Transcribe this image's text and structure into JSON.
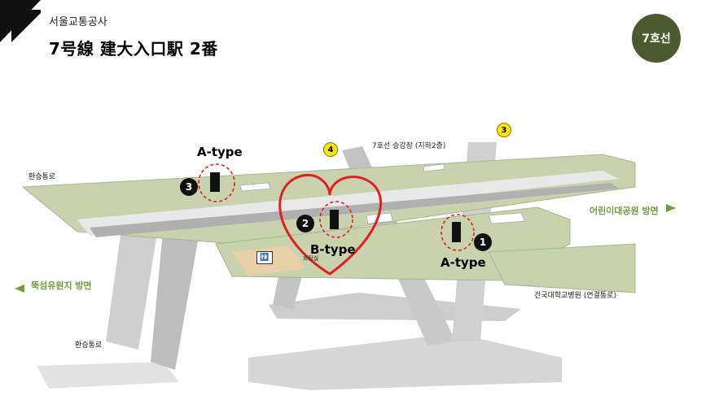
{
  "header": {
    "org": "서울교통공사",
    "title": "7号線 建大入口駅 2番",
    "line_badge": "7호선",
    "line_color": "#4d5a2f"
  },
  "map": {
    "platform_label": "7호선 승강장 (지하2층)",
    "transfer_label_top": "환승통로",
    "transfer_label_bottom": "환승통로",
    "hospital_label": "건국대학교병원 (연결통로)",
    "restroom_label": "화장실",
    "restroom_icon": "restroom-icon",
    "direction_right": "어린이대공원 방면",
    "direction_left": "뚝섬유원지 방면",
    "direction_color": "#6f9d3a",
    "exit_numbers": {
      "exit3": "3",
      "exit4": "4"
    },
    "elevators": [
      {
        "num": "3",
        "type": "A-type"
      },
      {
        "num": "2",
        "type": "B-type"
      },
      {
        "num": "1",
        "type": "A-type"
      }
    ],
    "heart_color": "#e02020"
  }
}
